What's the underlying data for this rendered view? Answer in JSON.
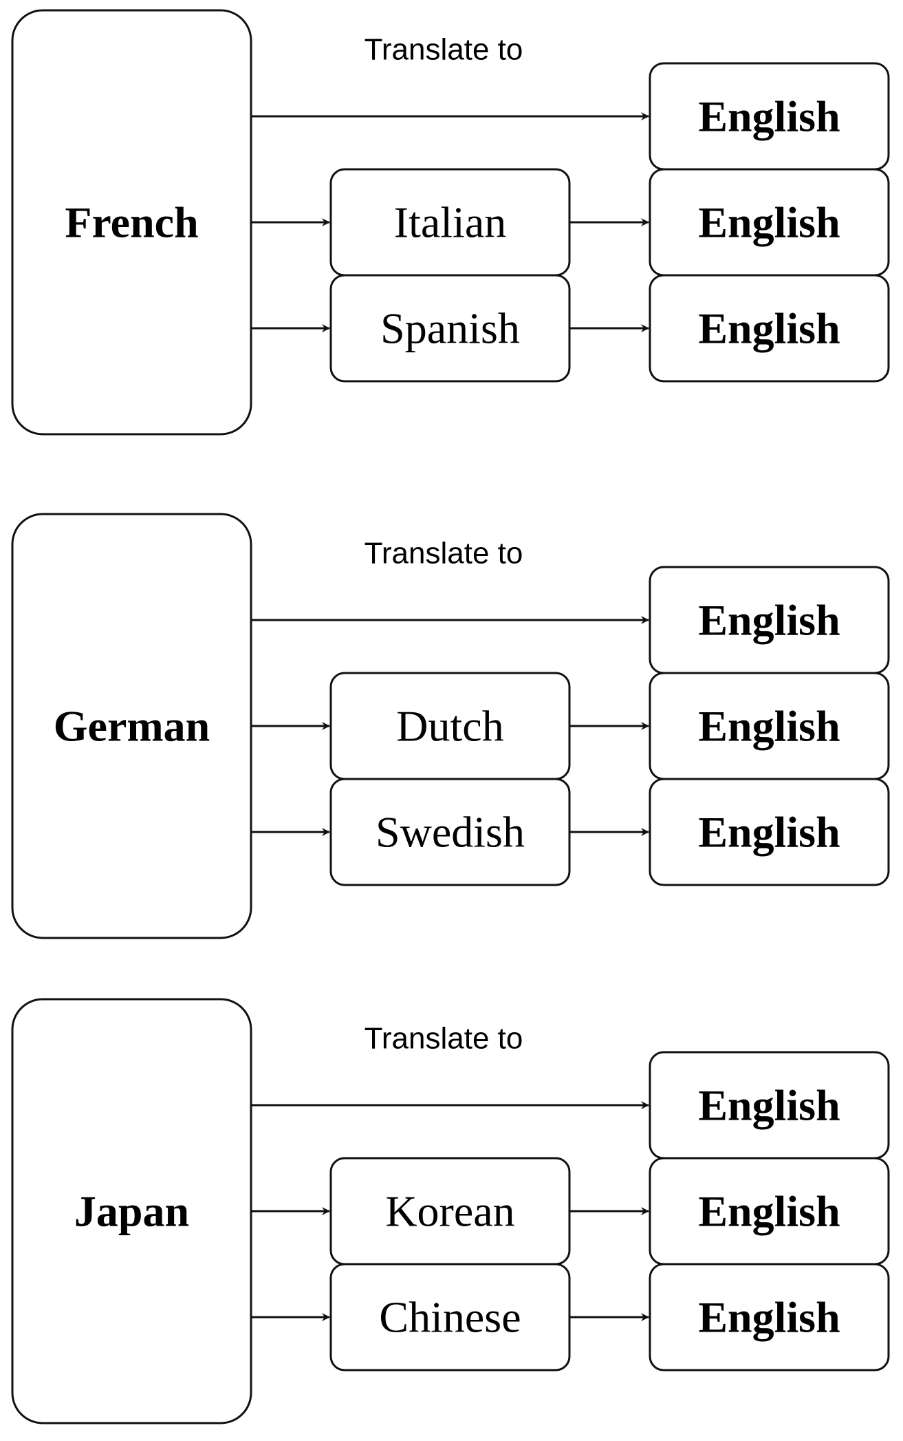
{
  "groups": [
    {
      "source": "French",
      "caption": "Translate to",
      "direct_target": "English",
      "via": [
        {
          "pivot": "Italian",
          "target": "English"
        },
        {
          "pivot": "Spanish",
          "target": "English"
        }
      ]
    },
    {
      "source": "German",
      "caption": "Translate to",
      "direct_target": "English",
      "via": [
        {
          "pivot": "Dutch",
          "target": "English"
        },
        {
          "pivot": "Swedish",
          "target": "English"
        }
      ]
    },
    {
      "source": "Japan",
      "caption": "Translate to",
      "direct_target": "English",
      "via": [
        {
          "pivot": "Korean",
          "target": "English"
        },
        {
          "pivot": "Chinese",
          "target": "English"
        }
      ]
    }
  ],
  "colors": {
    "stroke": "#111111",
    "background": "#ffffff"
  }
}
